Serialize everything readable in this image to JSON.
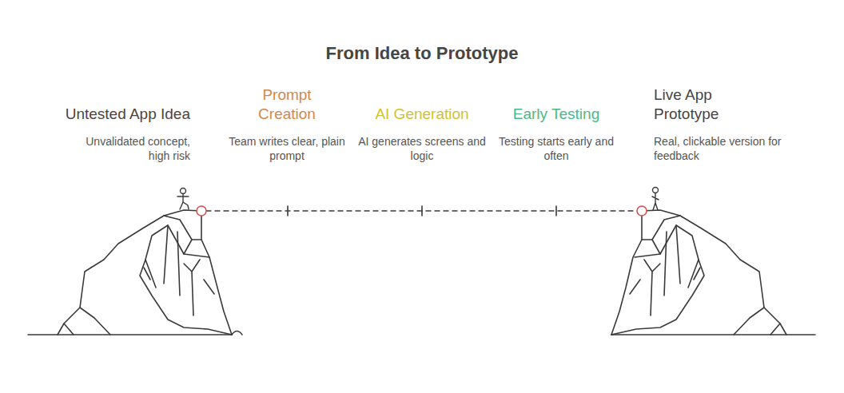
{
  "diagram": {
    "title": "From Idea to Prototype",
    "labels": [
      "Untested App Idea",
      "Unvalidated concept, high risk",
      "Prompt Creation",
      "Team writes clear, plain prompt",
      "AI Generation",
      "AI generates screens and logic",
      "Early Testing",
      "Testing starts early and often",
      "Live App Prototype",
      "Real, clickable version for feedback"
    ]
  }
}
